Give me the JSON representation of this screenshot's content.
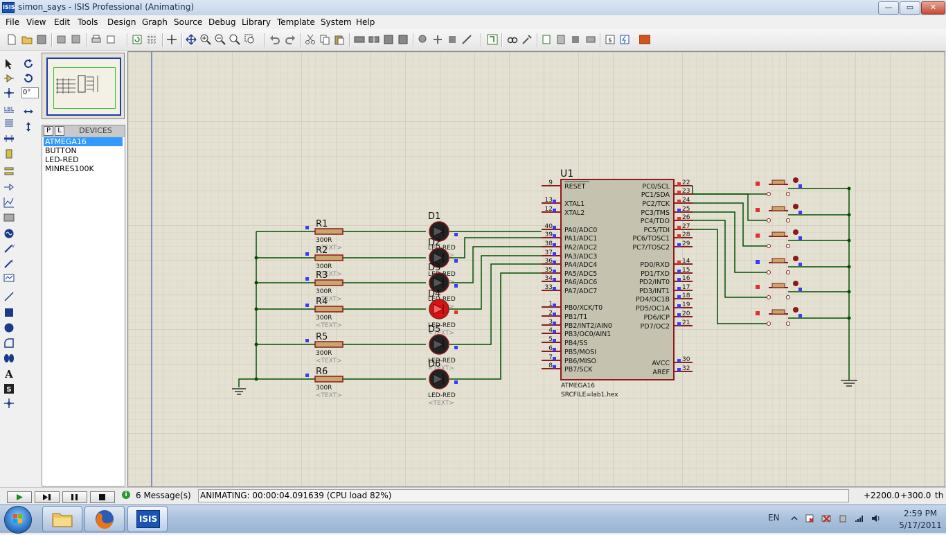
{
  "window": {
    "app_icon_label": "ISIS",
    "title": "simon_says - ISIS Professional (Animating)",
    "minimize_label": "—",
    "maximize_label": "▭",
    "close_label": "✕"
  },
  "menu": [
    "File",
    "View",
    "Edit",
    "Tools",
    "Design",
    "Graph",
    "Source",
    "Debug",
    "Library",
    "Template",
    "System",
    "Help"
  ],
  "rotation_value": "0°",
  "device_panel": {
    "p_label": "P",
    "l_label": "L",
    "title": "DEVICES",
    "items": [
      "ATMEGA16",
      "BUTTON",
      "LED-RED",
      "MINRES100K"
    ],
    "selected": "ATMEGA16"
  },
  "schematic": {
    "u1": {
      "ref": "U1",
      "reset_label": "RESET",
      "part": "ATMEGA16",
      "srcfile": "SRCFILE=lab1.hex",
      "left_pins": [
        {
          "num": "9",
          "name": "RESET"
        },
        {
          "num": "13",
          "name": "XTAL1"
        },
        {
          "num": "12",
          "name": "XTAL2"
        },
        {
          "num": "40",
          "name": "PA0/ADC0"
        },
        {
          "num": "39",
          "name": "PA1/ADC1"
        },
        {
          "num": "38",
          "name": "PA2/ADC2"
        },
        {
          "num": "37",
          "name": "PA3/ADC3"
        },
        {
          "num": "36",
          "name": "PA4/ADC4"
        },
        {
          "num": "35",
          "name": "PA5/ADC5"
        },
        {
          "num": "34",
          "name": "PA6/ADC6"
        },
        {
          "num": "33",
          "name": "PA7/ADC7"
        },
        {
          "num": "1",
          "name": "PB0/XCK/T0"
        },
        {
          "num": "2",
          "name": "PB1/T1"
        },
        {
          "num": "3",
          "name": "PB2/INT2/AIN0"
        },
        {
          "num": "4",
          "name": "PB3/OC0/AIN1"
        },
        {
          "num": "5",
          "name": "PB4/SS"
        },
        {
          "num": "6",
          "name": "PB5/MOSI"
        },
        {
          "num": "7",
          "name": "PB6/MISO"
        },
        {
          "num": "8",
          "name": "PB7/SCK"
        }
      ],
      "right_pins": [
        {
          "num": "22",
          "name": "PC0/SCL"
        },
        {
          "num": "23",
          "name": "PC1/SDA"
        },
        {
          "num": "24",
          "name": "PC2/TCK"
        },
        {
          "num": "25",
          "name": "PC3/TMS"
        },
        {
          "num": "26",
          "name": "PC4/TDO"
        },
        {
          "num": "27",
          "name": "PC5/TDI"
        },
        {
          "num": "28",
          "name": "PC6/TOSC1"
        },
        {
          "num": "29",
          "name": "PC7/TOSC2"
        },
        {
          "num": "14",
          "name": "PD0/RXD"
        },
        {
          "num": "15",
          "name": "PD1/TXD"
        },
        {
          "num": "16",
          "name": "PD2/INT0"
        },
        {
          "num": "17",
          "name": "PD3/INT1"
        },
        {
          "num": "18",
          "name": "PD4/OC1B"
        },
        {
          "num": "19",
          "name": "PD5/OC1A"
        },
        {
          "num": "20",
          "name": "PD6/ICP"
        },
        {
          "num": "21",
          "name": "PD7/OC2"
        },
        {
          "num": "30",
          "name": "AVCC"
        },
        {
          "num": "32",
          "name": "AREF"
        }
      ]
    },
    "resistors": [
      {
        "ref": "R1",
        "value": "300R",
        "text": "<TEXT>"
      },
      {
        "ref": "R2",
        "value": "300R",
        "text": "<TEXT>"
      },
      {
        "ref": "R3",
        "value": "300R",
        "text": "<TEXT>"
      },
      {
        "ref": "R4",
        "value": "300R",
        "text": "<TEXT>"
      },
      {
        "ref": "R5",
        "value": "300R",
        "text": "<TEXT>"
      },
      {
        "ref": "R6",
        "value": "300R",
        "text": "<TEXT>"
      }
    ],
    "leds": [
      {
        "ref": "D1",
        "type": "LED-RED",
        "text": "<TEXT>",
        "lit": false
      },
      {
        "ref": "D2",
        "type": "LED-RED",
        "text": "<TEXT>",
        "lit": false
      },
      {
        "ref": "D3",
        "type": "LED-RED",
        "text": "<TEXT>",
        "lit": false
      },
      {
        "ref": "D4",
        "type": "LED-RED",
        "text": "<TEXT>",
        "lit": true
      },
      {
        "ref": "D5",
        "type": "LED-RED",
        "text": "<TEXT>",
        "lit": false
      },
      {
        "ref": "D6",
        "type": "LED-RED",
        "text": "<TEXT>",
        "lit": false
      }
    ],
    "buttons": 6
  },
  "status": {
    "messages": "6 Message(s)",
    "animating": "ANIMATING: 00:00:04.091639 (CPU load 82%)",
    "coord_x": "+2200.0",
    "coord_y": "+300.0",
    "coord_unit": "th"
  },
  "taskbar": {
    "isis_label": "ISIS",
    "lang": "EN",
    "time": "2:59 PM",
    "date": "5/17/2011"
  },
  "colors": {
    "canvas": "#e4e1d3",
    "wire": "#005000",
    "component": "#8b1a1a",
    "chip_fill": "#c5c3b0",
    "led_lit": "#d21414",
    "pin_low": "#3a3aff",
    "pin_high": "#e03030"
  }
}
